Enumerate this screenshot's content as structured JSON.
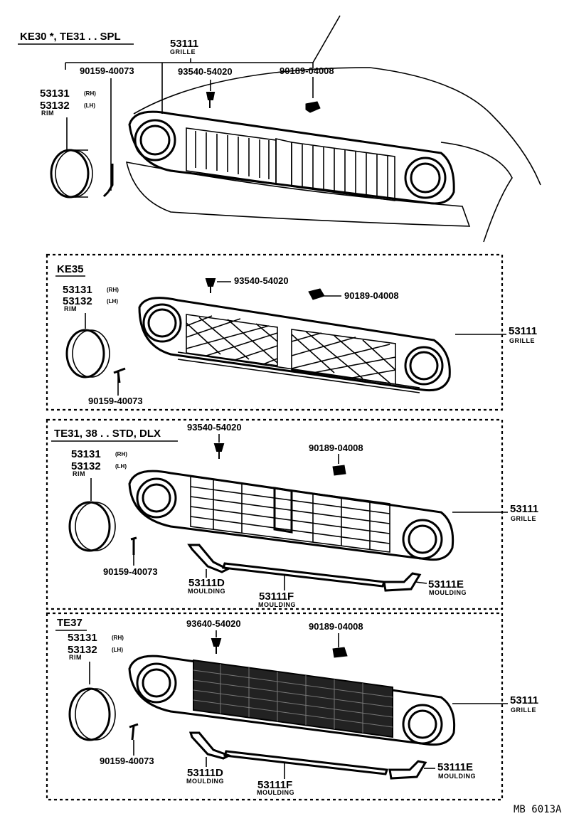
{
  "diagram_code": "MB 6013A",
  "sections": [
    {
      "title": "KE30 *, TE31 . . SPL",
      "grille": {
        "part": "53111",
        "name": "GRILLE"
      },
      "rim": {
        "rh_part": "53131",
        "rh_tag": "(RH)",
        "lh_part": "53132",
        "lh_tag": "(LH)",
        "name": "RIM"
      },
      "screw": "90159-40073",
      "bolt": "93540-54020",
      "nut": "90189-04008"
    },
    {
      "title": "KE35",
      "grille": {
        "part": "53111",
        "name": "GRILLE"
      },
      "rim": {
        "rh_part": "53131",
        "rh_tag": "(RH)",
        "lh_part": "53132",
        "lh_tag": "(LH)",
        "name": "RIM"
      },
      "screw": "90159-40073",
      "bolt": "93540-54020",
      "nut": "90189-04008"
    },
    {
      "title": "TE31, 38 . . STD, DLX",
      "grille": {
        "part": "53111",
        "name": "GRILLE"
      },
      "rim": {
        "rh_part": "53131",
        "rh_tag": "(RH)",
        "lh_part": "53132",
        "lh_tag": "(LH)",
        "name": "RIM"
      },
      "screw": "90159-40073",
      "bolt": "93540-54020",
      "nut": "90189-04008",
      "moulding_d": {
        "part": "53111D",
        "name": "MOULDING"
      },
      "moulding_f": {
        "part": "53111F",
        "name": "MOULDING"
      },
      "moulding_e": {
        "part": "53111E",
        "name": "MOULDING"
      }
    },
    {
      "title": "TE37",
      "grille": {
        "part": "53111",
        "name": "GRILLE"
      },
      "rim": {
        "rh_part": "53131",
        "rh_tag": "(RH)",
        "lh_part": "53132",
        "lh_tag": "(LH)",
        "name": "RIM"
      },
      "screw": "90159-40073",
      "bolt": "93640-54020",
      "nut": "90189-04008",
      "moulding_d": {
        "part": "53111D",
        "name": "MOULDING"
      },
      "moulding_f": {
        "part": "53111F",
        "name": "MOULDING"
      },
      "moulding_e": {
        "part": "53111E",
        "name": "MOULDING"
      }
    }
  ]
}
